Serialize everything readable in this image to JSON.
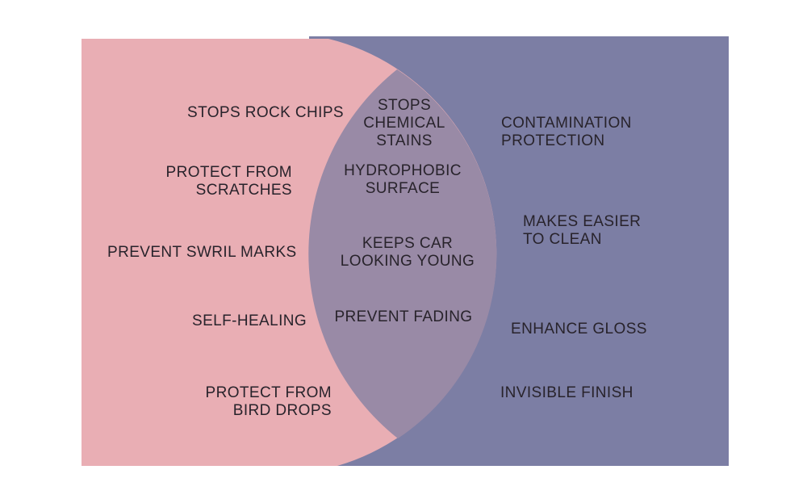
{
  "diagram": {
    "type": "venn-comparison",
    "left_region": {
      "items": [
        "STOPS ROCK CHIPS",
        "PROTECT FROM\nSCRATCHES",
        "PREVENT SWRIL MARKS",
        "SELF-HEALING",
        "PROTECT FROM\nBIRD DROPS"
      ]
    },
    "overlap_region": {
      "items": [
        "STOPS\nCHEMICAL\nSTAINS",
        "HYDROPHOBIC\nSURFACE",
        "KEEPS CAR\nLOOKING YOUNG",
        "PREVENT FADING"
      ]
    },
    "right_region": {
      "items": [
        "CONTAMINATION\nPROTECTION",
        "MAKES EASIER\nTO CLEAN",
        "ENHANCE GLOSS",
        "INVISIBLE FINISH"
      ]
    }
  },
  "colors": {
    "left": "#e9aeb4",
    "right": "#7c7ea4",
    "overlap": "#998aa6",
    "text": "#28232b",
    "background": "#ffffff"
  }
}
